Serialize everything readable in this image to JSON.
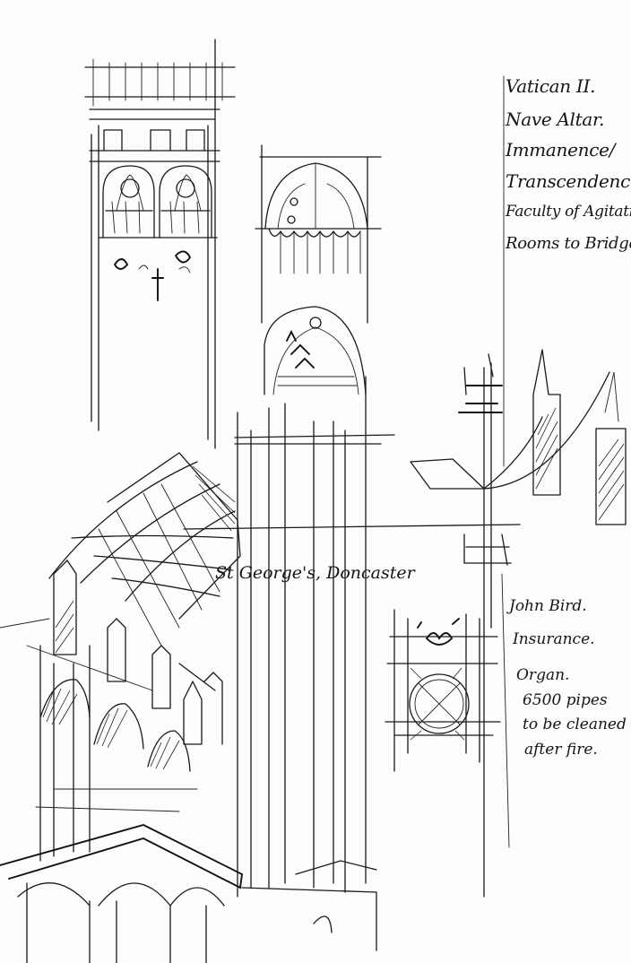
{
  "notes_top_right": [
    "Vatican II.",
    "Nave Altar.",
    "Immanence/",
    "Transcendence",
    "Faculty of Agitation",
    "Rooms to Bridge"
  ],
  "caption_center": "St George's, Doncaster",
  "notes_lower_right": [
    "John Bird.",
    "Insurance.",
    "Organ.",
    "6500 pipes",
    "to be cleaned",
    "after fire."
  ]
}
